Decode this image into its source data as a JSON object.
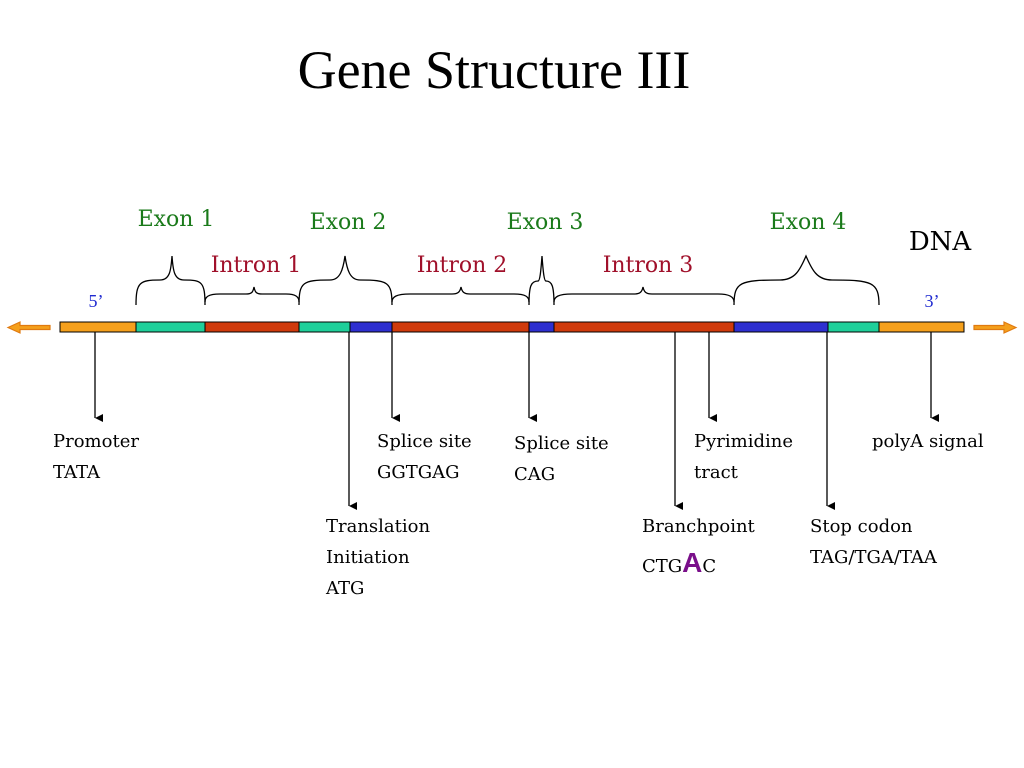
{
  "title": "Gene Structure III",
  "dna_label": "DNA",
  "end_labels": {
    "five_prime": "5’",
    "three_prime": "3’"
  },
  "exons": [
    {
      "label": "Exon 1"
    },
    {
      "label": "Exon 2"
    },
    {
      "label": "Exon 3"
    },
    {
      "label": "Exon 4"
    }
  ],
  "introns": [
    {
      "label": "Intron 1"
    },
    {
      "label": "Intron 2"
    },
    {
      "label": "Intron 3"
    }
  ],
  "annotations": {
    "promoter": {
      "line1": "Promoter",
      "line2": "TATA"
    },
    "splice5": {
      "line1": "Splice site",
      "line2": "GGTGAG"
    },
    "splice3": {
      "line1": "Splice site",
      "line2": "CAG"
    },
    "pyrimidine": {
      "line1": "Pyrimidine",
      "line2": "tract"
    },
    "polya": {
      "line1": "polyA signal"
    },
    "translation": {
      "line1": "Translation",
      "line2": "Initiation",
      "line3": "ATG"
    },
    "branchpoint": {
      "line1": "Branchpoint",
      "prefix": "CTG",
      "highlight": "A",
      "suffix": "C"
    },
    "stop": {
      "line1": "Stop codon",
      "line2": "TAG/TGA/TAA"
    }
  },
  "colors": {
    "exon_label": "#1a7a1a",
    "intron_label": "#a0102a",
    "end_label": "#1f2ad0",
    "utr": "#f5a01c",
    "exon_coding_teal": "#1fcf9a",
    "exon_coding_blue": "#2e2fd0",
    "intron": "#cf3a0c",
    "branch_highlight": "#7a0f8a"
  }
}
